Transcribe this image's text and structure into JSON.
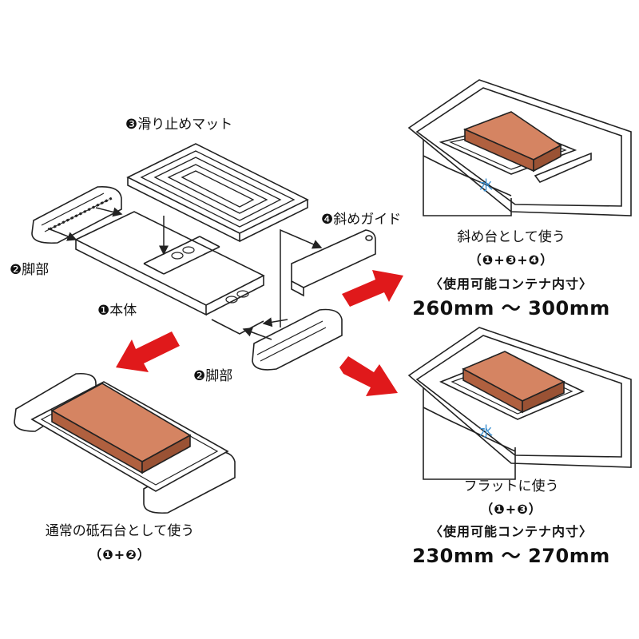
{
  "labels": {
    "mat": "❸滑り止めマット",
    "slant_guide": "❹斜めガイド",
    "feet_top": "❷脚部",
    "body": "❶本体",
    "feet_bottom": "❷脚部"
  },
  "usage_normal": {
    "title": "通常の砥石台として使う",
    "combo": "（❶+❷）"
  },
  "usage_slant": {
    "title": "斜め台として使う",
    "combo": "（❶+❸+❹）",
    "container_label": "〈使用可能コンテナ内寸〉",
    "range": "260mm ～ 300mm",
    "water": "水"
  },
  "usage_flat": {
    "title": "フラットに使う",
    "combo": "（❶+❸）",
    "container_label": "〈使用可能コンテナ内寸〉",
    "range": "230mm ～ 270mm",
    "water": "水"
  },
  "colors": {
    "arrow_red": "#e0191b",
    "stone": "#c9714d",
    "water_text": "#3a8fd0",
    "outline": "#222222"
  }
}
